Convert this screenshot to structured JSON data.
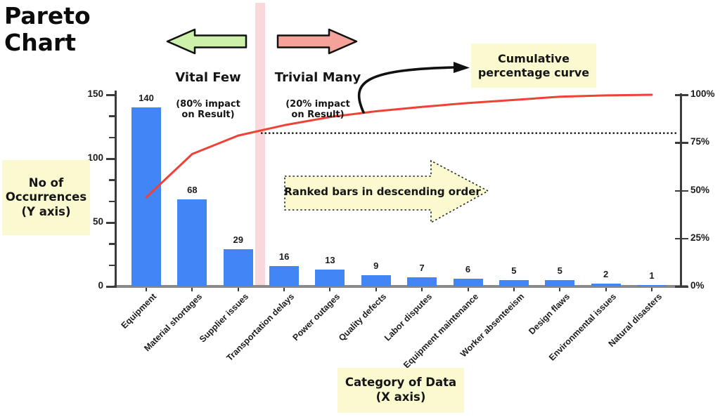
{
  "title": "Pareto\nChart",
  "annotations": {
    "vital_few": {
      "label": "Vital Few",
      "sublabel": "(80% impact\non Result)"
    },
    "trivial_many": {
      "label": "Trivial Many",
      "sublabel": "(20% impact\non Result)"
    },
    "cumulative_box": "Cumulative\npercentage curve",
    "ranked_arrow": "Ranked bars in descending order",
    "y_axis_box": "No of\nOccurrences\n(Y axis)",
    "x_axis_box": "Category of Data\n(X axis)"
  },
  "chart_data": {
    "type": "bar",
    "subtype": "pareto (ranked bars + cumulative percentage line)",
    "title": "Pareto Chart",
    "categories": [
      "Equipment",
      "Material shortages",
      "Supplier issues",
      "Transportation delays",
      "Power outages",
      "Quality defects",
      "Labor disputes",
      "Equipment maintenance",
      "Worker absenteeism",
      "Design flaws",
      "Environmental issues",
      "Natural disasters"
    ],
    "values": [
      140,
      68,
      29,
      16,
      13,
      9,
      7,
      6,
      5,
      5,
      2,
      1
    ],
    "series": [
      {
        "name": "No of Occurrences",
        "type": "bar",
        "values": [
          140,
          68,
          29,
          16,
          13,
          9,
          7,
          6,
          5,
          5,
          2,
          1
        ]
      },
      {
        "name": "Cumulative percentage curve",
        "type": "line",
        "values_pct": [
          46.5,
          69.1,
          78.7,
          84.1,
          88.4,
          91.4,
          93.7,
          95.7,
          97.3,
          99.0,
          99.7,
          100
        ]
      }
    ],
    "cumulative_pct": [
      46.5,
      69.1,
      78.7,
      84.1,
      88.4,
      91.4,
      93.7,
      95.7,
      97.3,
      99.0,
      99.7,
      100
    ],
    "left_axis": {
      "label": "No of Occurrences (Y axis)",
      "ticks": [
        "0",
        "50",
        "100",
        "150"
      ],
      "max": 150,
      "minor_ticks_per_major": 2
    },
    "right_axis": {
      "label": "Cumulative percentage",
      "ticks": [
        "0%",
        "25%",
        "50%",
        "75%",
        "100%"
      ],
      "max": 100
    },
    "xlabel": "Category of Data (X axis)",
    "reference_line_pct": 80,
    "grid": false,
    "colors": {
      "bar": "#4285f4",
      "curve": "#ef4136",
      "band": "#f8d8da",
      "green": "#cdf1ab",
      "pink": "#f5a29b",
      "yellow": "#fbf9cf",
      "axis_dark": "#3c3c3c",
      "axis_gray": "#8a8a8a",
      "ink": "#111111"
    }
  }
}
